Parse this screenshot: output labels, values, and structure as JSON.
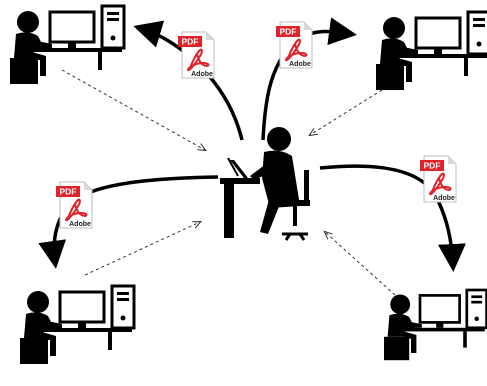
{
  "diagram": {
    "central_node": {
      "role": "sender",
      "icon": "person-at-computer-icon"
    },
    "client_nodes": [
      {
        "id": "top-left",
        "icon": "person-at-computer-icon"
      },
      {
        "id": "top-right",
        "icon": "person-at-computer-icon"
      },
      {
        "id": "bottom-left",
        "icon": "person-at-computer-icon"
      },
      {
        "id": "bottom-right",
        "icon": "person-at-computer-icon"
      }
    ],
    "documents": [
      {
        "id": "doc-top-left",
        "badge": "PDF",
        "brand": "Adobe",
        "icon": "pdf-document-icon"
      },
      {
        "id": "doc-top-right",
        "badge": "PDF",
        "brand": "Adobe",
        "icon": "pdf-document-icon"
      },
      {
        "id": "doc-left",
        "badge": "PDF",
        "brand": "Adobe",
        "icon": "pdf-document-icon"
      },
      {
        "id": "doc-right",
        "badge": "PDF",
        "brand": "Adobe",
        "icon": "pdf-document-icon"
      }
    ],
    "colors": {
      "ink": "#000000",
      "pdf_red": "#e0232a",
      "page": "#ffffff",
      "paper_edge": "#cfcfcf"
    }
  }
}
